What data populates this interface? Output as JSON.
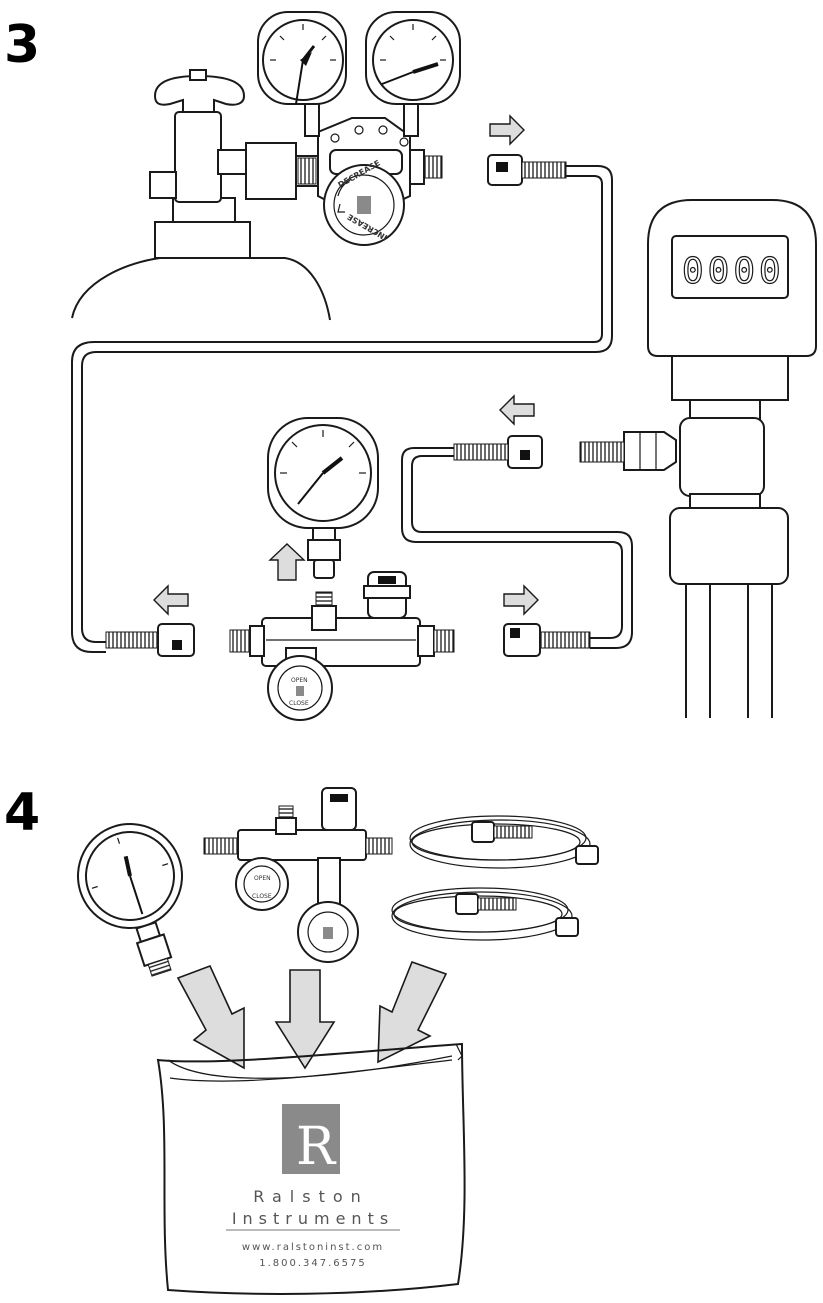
{
  "steps": {
    "step3": "3",
    "step4": "4"
  },
  "regulator": {
    "decrease_label": "DECREASE",
    "increase_label": "INCREASE"
  },
  "manifold": {
    "open_label": "OPEN",
    "close_label": "CLOSE"
  },
  "transmitter": {
    "display_text": "0000"
  },
  "bag": {
    "company_line1": "Ralston",
    "company_line2": "Instruments",
    "website": "www.ralstoninst.com",
    "phone": "1.800.347.6575"
  },
  "logo": {
    "letter": "R"
  },
  "colors": {
    "line": "#1a1a1a",
    "arrow_fill": "#dddddd",
    "logo_gray": "#8a8a8a",
    "text_gray": "#555555"
  }
}
